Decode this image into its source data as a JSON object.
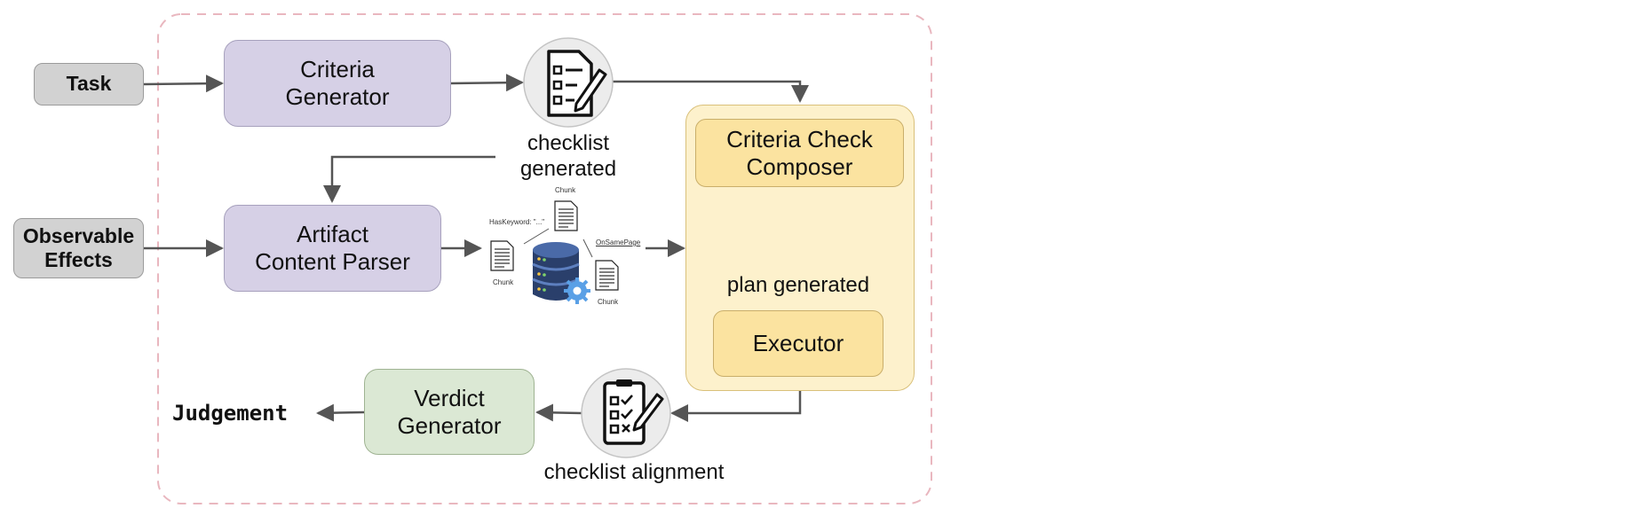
{
  "inputs": {
    "task": "Task",
    "observable_effects": "Observable\nEffects"
  },
  "modules": {
    "criteria_generator": "Criteria\nGenerator",
    "artifact_content_parser": "Artifact\nContent Parser",
    "criteria_check_composer": "Criteria Check\nComposer",
    "executor": "Executor",
    "verdict_generator": "Verdict\nGenerator"
  },
  "captions": {
    "checklist_generated": "checklist\ngenerated",
    "plan_generated": "plan generated",
    "checklist_alignment": "checklist alignment"
  },
  "index_graph": {
    "chunk_top": "Chunk",
    "chunk_left": "Chunk",
    "chunk_right": "Chunk",
    "has_keyword": "HasKeyword: \"...\"",
    "on_same_page": "OnSamePage"
  },
  "output": "Judgement",
  "icons": [
    "checklist-document-icon",
    "plan-route-icon",
    "clipboard-checklist-icon",
    "document-icon",
    "database-gear-icon"
  ],
  "colors": {
    "input_fill": "#d2d2d2",
    "module_purple": "#d6d0e6",
    "module_green": "#dbe8d4",
    "panel_yellow": "#fdf1cc",
    "module_yellow": "#fbe3a0",
    "boundary": "#e9b7bf",
    "arrow": "#555555"
  }
}
